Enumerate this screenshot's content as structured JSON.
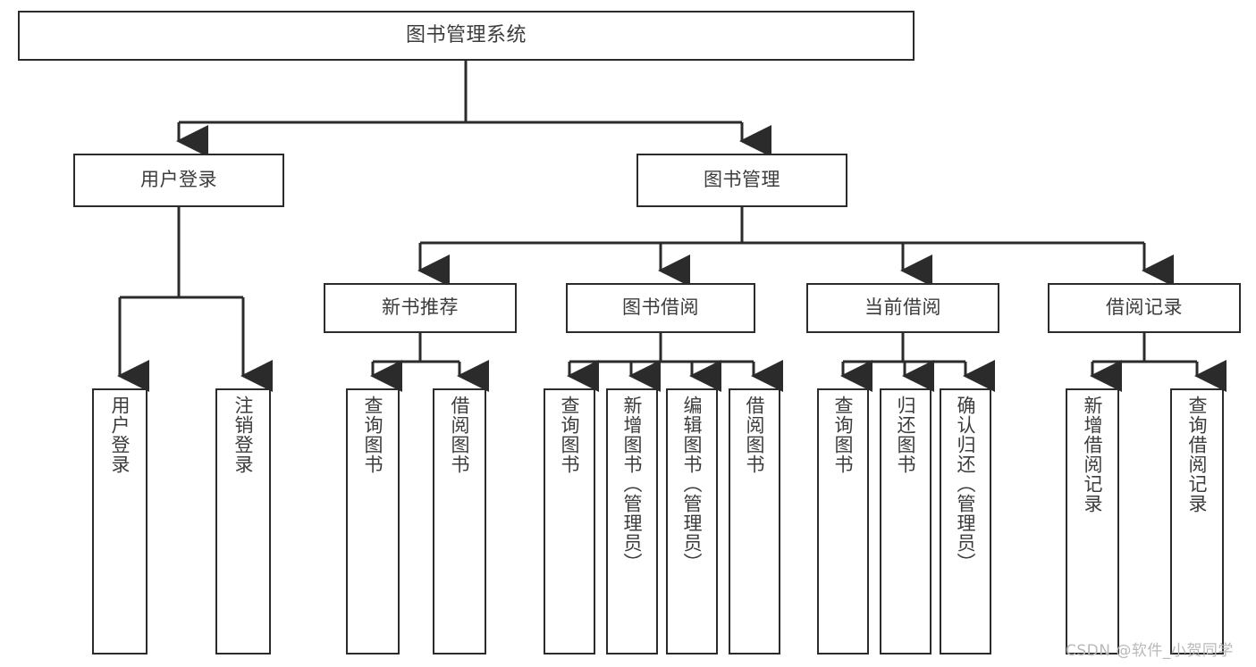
{
  "diagram": {
    "type": "tree-hierarchy",
    "title": "图书管理系统",
    "orientation": "top-down",
    "stroke_color": "#2b2b2b",
    "text_color": "#3c3c3c",
    "background_color": "#ffffff"
  },
  "nodes": {
    "root": {
      "label": "图书管理系统"
    },
    "level2": [
      {
        "id": "user-login",
        "label": "用户登录"
      },
      {
        "id": "book-manage",
        "label": "图书管理"
      }
    ],
    "level3": [
      {
        "id": "new-book-recommend",
        "label": "新书推荐"
      },
      {
        "id": "book-borrow",
        "label": "图书借阅"
      },
      {
        "id": "current-borrow",
        "label": "当前借阅"
      },
      {
        "id": "borrow-record",
        "label": "借阅记录"
      }
    ],
    "leaves": {
      "user_login": [
        {
          "id": "leaf-user-login",
          "label": "用户登录"
        },
        {
          "id": "leaf-logout-login",
          "label": "注销登录"
        }
      ],
      "new_book_recommend": [
        {
          "id": "leaf-query-book-1",
          "label": "查询图书"
        },
        {
          "id": "leaf-borrow-book-1",
          "label": "借阅图书"
        }
      ],
      "book_borrow": [
        {
          "id": "leaf-query-book-2",
          "label": "查询图书"
        },
        {
          "id": "leaf-add-book",
          "label": "新增图书（管理员）"
        },
        {
          "id": "leaf-edit-book",
          "label": "编辑图书（管理员）"
        },
        {
          "id": "leaf-borrow-book-2",
          "label": "借阅图书"
        }
      ],
      "current_borrow": [
        {
          "id": "leaf-query-book-3",
          "label": "查询图书"
        },
        {
          "id": "leaf-return-book",
          "label": "归还图书"
        },
        {
          "id": "leaf-confirm-return",
          "label": "确认归还（管理员）"
        }
      ],
      "borrow_record": [
        {
          "id": "leaf-add-record",
          "label": "新增借阅记录"
        },
        {
          "id": "leaf-query-record",
          "label": "查询借阅记录"
        }
      ]
    }
  },
  "watermark": {
    "text": "CSDN @软件_小贺同学"
  }
}
